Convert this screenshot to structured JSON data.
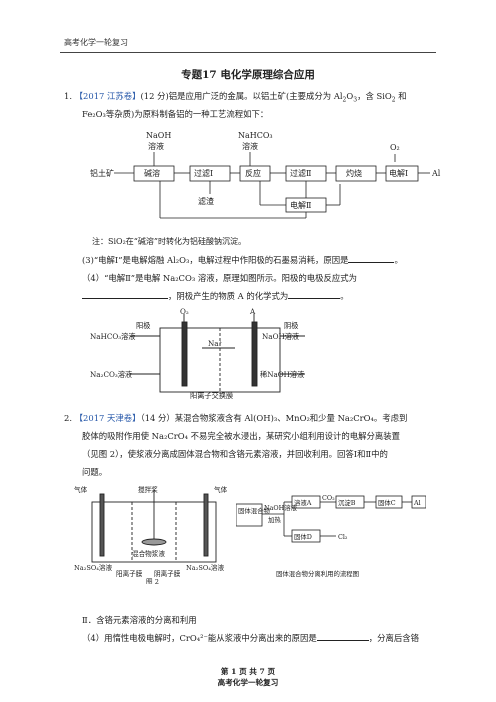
{
  "header": {
    "text": "高考化学一轮复习"
  },
  "title": "专题17    电化学原理综合应用",
  "q1": {
    "num": "1.",
    "source": "【2017 江苏卷】",
    "line1_a": "(12 分)铝是应用广泛的金属。以铝土矿(主要成分为 Al",
    "line1_b": "O",
    "line1_c": "，含 SiO",
    "line1_d": "和",
    "line2": "Fe₂O₃等杂质)为原料制备铝的一种工艺流程如下：",
    "flow": {
      "top_labels": [
        "NaOH",
        "溶液",
        "NaHCO₃",
        "溶液",
        "O₂"
      ],
      "boxes": [
        "碱溶",
        "过滤Ⅰ",
        "反应",
        "过滤Ⅱ",
        "灼烧",
        "电解Ⅰ",
        "电解Ⅱ"
      ],
      "start": "铝土矿",
      "end": "Al",
      "residue": "滤渣"
    },
    "note": "注：SiO₂在“碱溶”时转化为铝硅酸钠沉淀。",
    "q3": "(3)“电解Ⅰ”是电解熔融 Al₂O₃，电解过程中作阳极的石墨易消耗，原因是",
    "q4_a": "（4）“电解Ⅱ”是电解  Na₂CO₃ 溶液，原理如图所示。阳极的电极反应式为",
    "q4_b": "，阴极产生的物质 A 的化学式为",
    "cell": {
      "labels": [
        "O₂",
        "A",
        "阳极",
        "阴极",
        "NaHCO₃溶液",
        "NaOH溶液",
        "Na⁺",
        "Na₂CO₃溶液",
        "稀NaOH溶液",
        "阳离子交换膜"
      ]
    }
  },
  "q2": {
    "num": "2.",
    "source": "【2017 天津卷】",
    "line1": "（14 分）某混合物浆液含有 Al(OH)₃、MnO₂和少量 Na₂CrO₄。考虑到",
    "line2": "胶体的吸附作用使  Na₂CrO₄ 不易完全被水浸出，某研究小组利用设计的电解分离装置",
    "line3": "（见图 2），使浆液分离成固体混合物和含铬元素溶液，并回收利用。回答Ⅰ和Ⅱ中的",
    "line4": "问题。",
    "fig2": {
      "labels": [
        "气体",
        "搅拌桨",
        "气体",
        "混合物浆液",
        "Na₂SO₄溶液",
        "阳离子膜",
        "阴离子膜",
        "Na₂SO₄溶液",
        "图 2"
      ]
    },
    "flow2": {
      "labels": [
        "固体混合物",
        "NaOH溶液",
        "加热",
        "溶液A",
        "CO₂",
        "沉淀B",
        "固体C",
        "Al",
        "固体D",
        "Cl₂"
      ],
      "caption": "固体混合物分离利用的流程图"
    },
    "sec2": "Ⅱ．含铬元素溶液的分离和利用",
    "q4": "（4）用惰性电极电解时，CrO₄²⁻能从浆液中分离出来的原因是",
    "q4_end": "，分离后含铬"
  },
  "footer": {
    "page": "第 1 页 共 7 页",
    "name": "高考化学一轮复习"
  }
}
